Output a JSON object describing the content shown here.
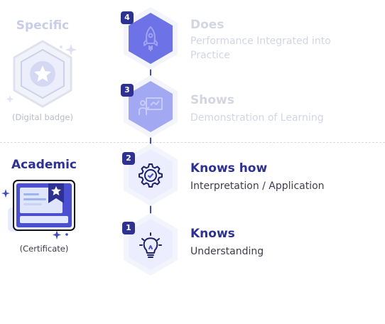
{
  "categories": {
    "specific": {
      "title": "Specific",
      "caption": "(Digital badge)",
      "color": "#c9cde6",
      "caption_color": "#b8bcc9"
    },
    "academic": {
      "title": "Academic",
      "caption": "(Certificate)",
      "color": "#2d3192",
      "caption_color": "#3b3b4a"
    }
  },
  "levels": [
    {
      "number": "4",
      "title": "Does",
      "subtitle": "Performance Integrated into Practice",
      "icon": "rocket-icon",
      "faded": true
    },
    {
      "number": "3",
      "title": "Shows",
      "subtitle": "Demonstration of Learning",
      "icon": "presentation-icon",
      "faded": true
    },
    {
      "number": "2",
      "title": "Knows how",
      "subtitle": "Interpretation / Application",
      "icon": "gear-check-icon",
      "faded": false
    },
    {
      "number": "1",
      "title": "Knows",
      "subtitle": "Understanding",
      "icon": "lightbulb-icon",
      "faded": false
    }
  ],
  "colors": {
    "active_title": "#2d3192",
    "active_sub": "#3d3d4d",
    "faded_text": "#d3d6e2",
    "badge": "#2d3192",
    "hex_level4": "#6d72e6",
    "hex_level3": "#a3a8f2",
    "hex_light": "#eceeff"
  }
}
